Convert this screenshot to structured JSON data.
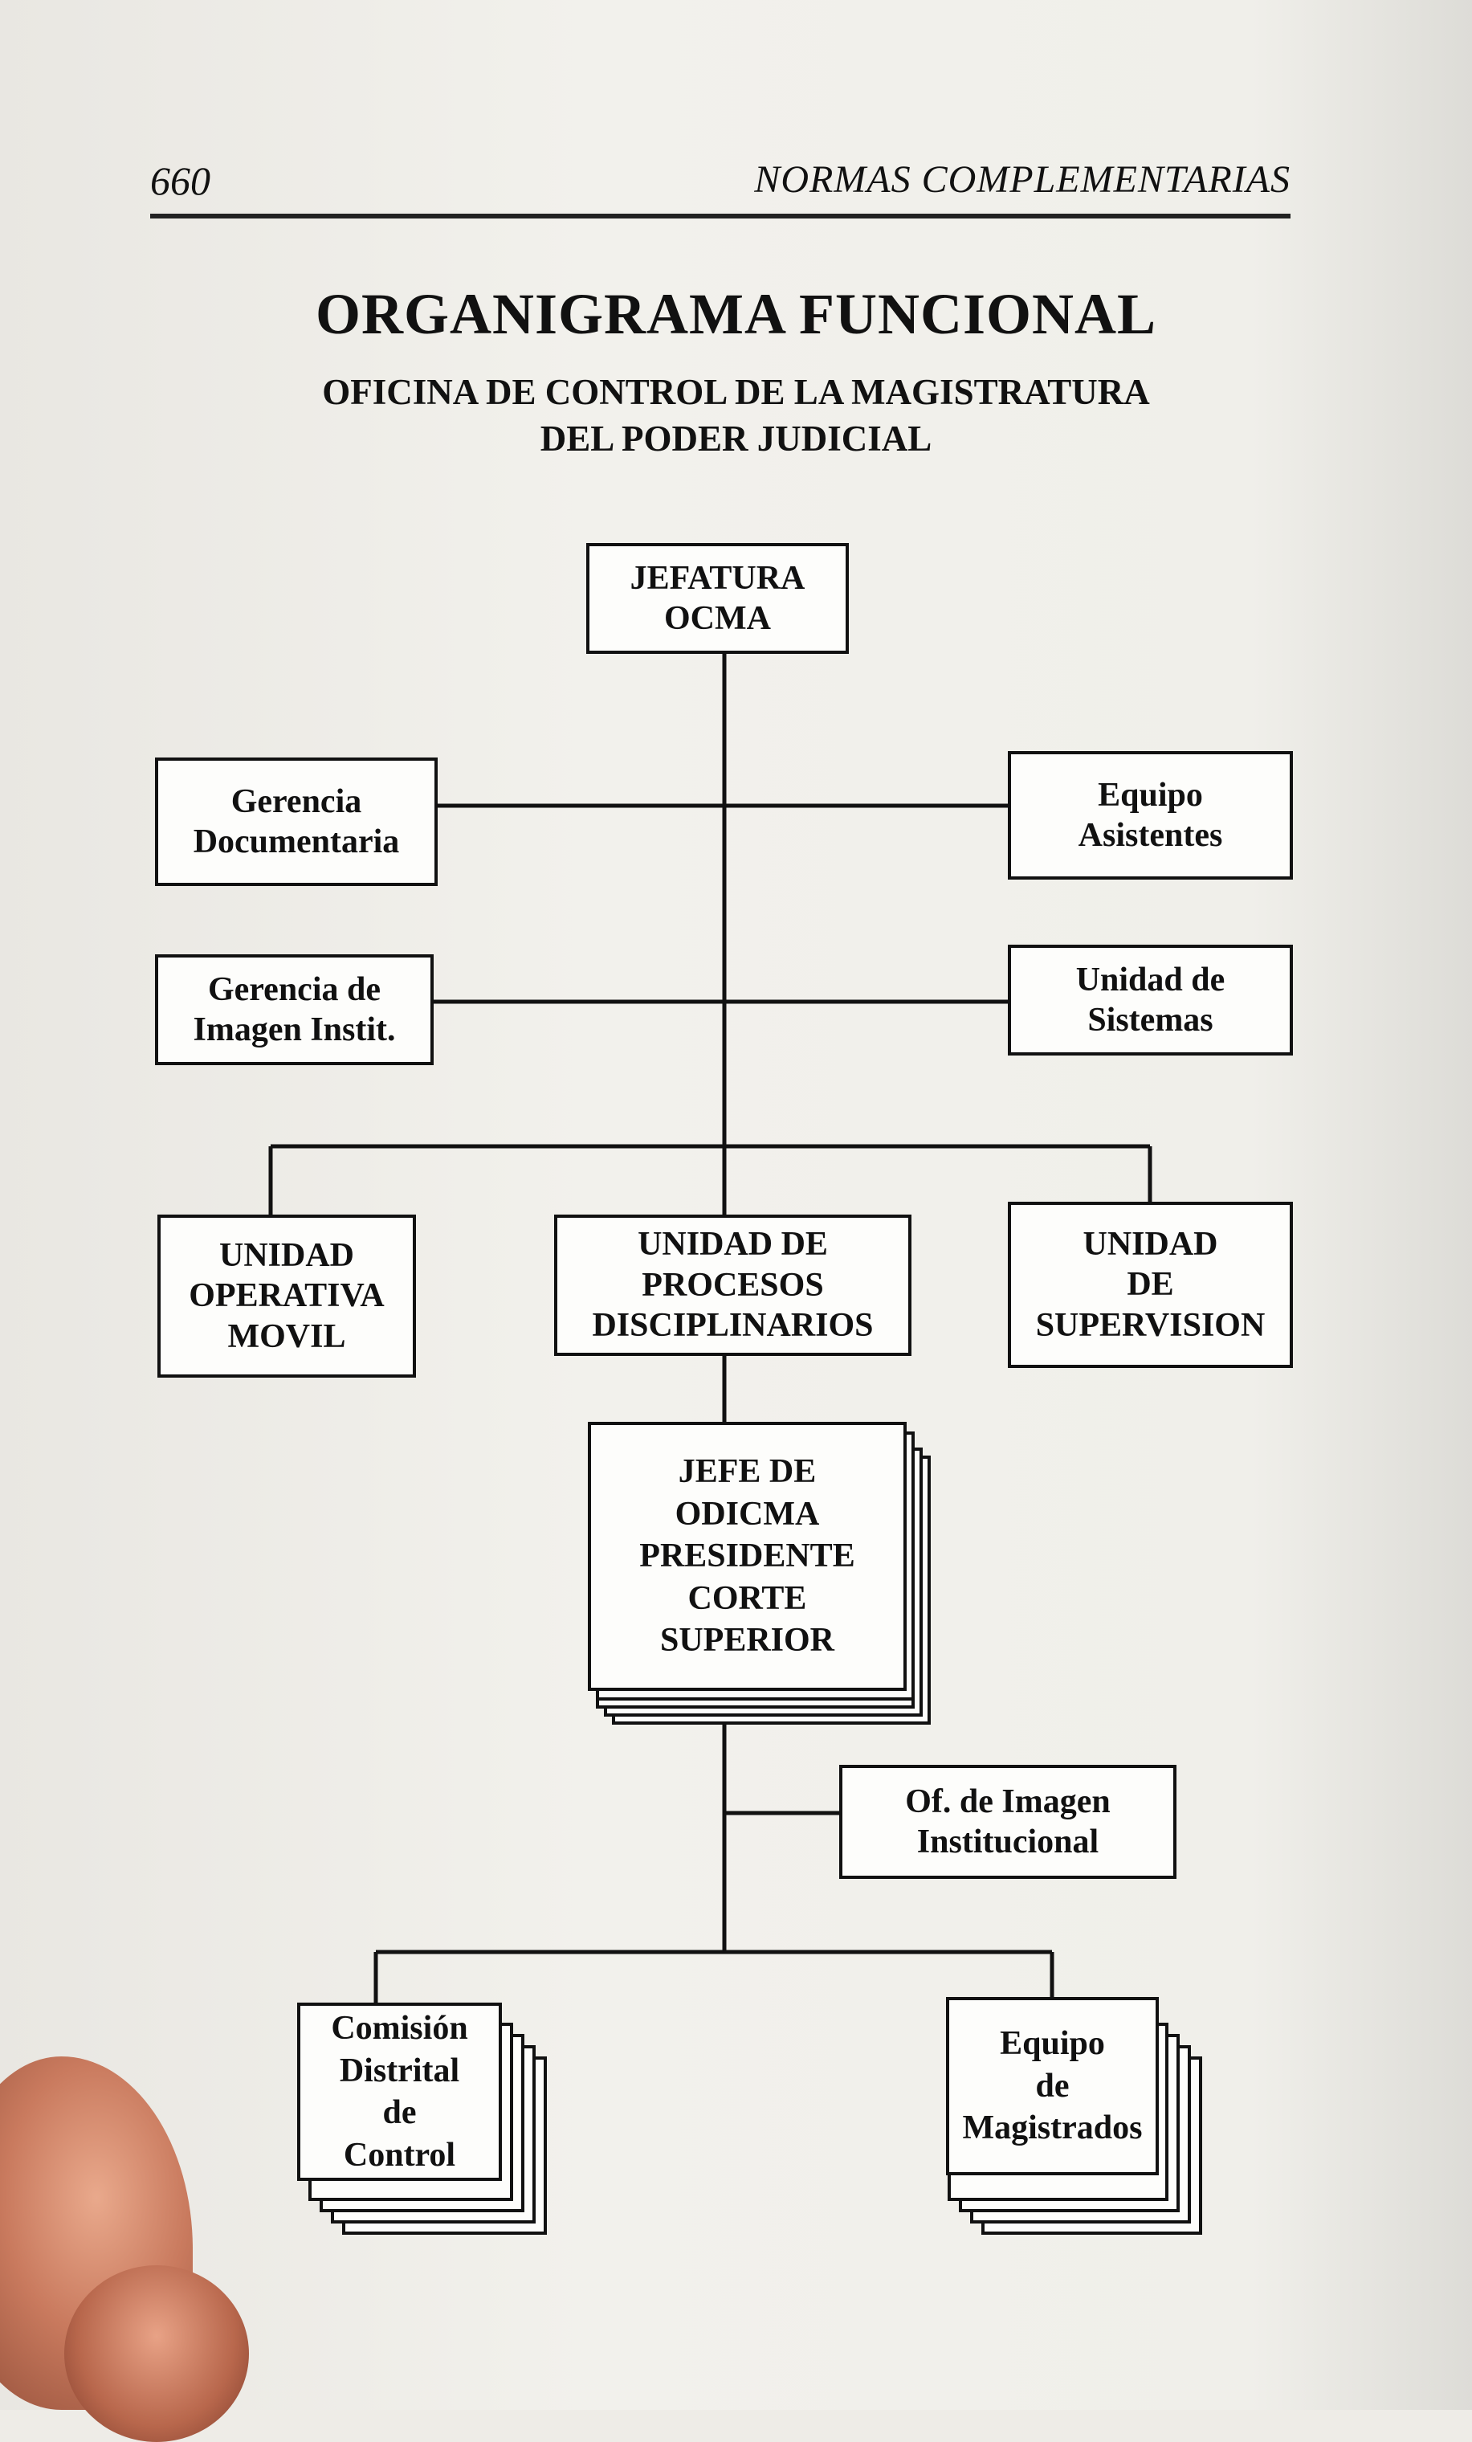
{
  "header": {
    "page_number": "660",
    "running_head": "NORMAS COMPLEMENTARIAS"
  },
  "title": "ORGANIGRAMA FUNCIONAL",
  "subtitle_line1": "OFICINA DE CONTROL DE LA MAGISTRATURA",
  "subtitle_line2": "DEL PODER JUDICIAL",
  "nodes": {
    "jefatura": "JEFATURA\nOCMA",
    "gerencia_documentaria": "Gerencia\nDocumentaria",
    "equipo_asistentes": "Equipo\nAsistentes",
    "gerencia_imagen": "Gerencia de\nImagen Instit.",
    "unidad_sistemas": "Unidad de\nSistemas",
    "unidad_operativa": "UNIDAD\nOPERATIVA\nMOVIL",
    "unidad_procesos": "UNIDAD DE\nPROCESOS\nDISCIPLINARIOS",
    "unidad_supervision": "UNIDAD\nDE\nSUPERVISION",
    "jefe_odicma": "JEFE DE\nODICMA\nPRESIDENTE\nCORTE\nSUPERIOR",
    "of_imagen": "Of. de Imagen\nInstitucional",
    "comision_distrital": "Comisión\nDistrital\nde\nControl",
    "equipo_magistrados": "Equipo\nde\nMagistrados"
  }
}
